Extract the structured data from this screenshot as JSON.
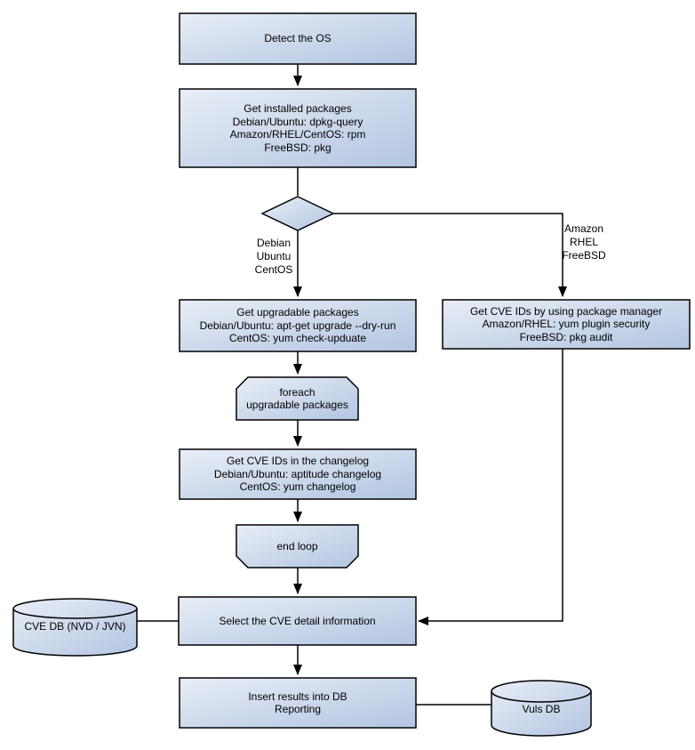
{
  "nodes": {
    "detect_os": "Detect the OS",
    "get_installed": "Get installed packages\nDebian/Ubuntu: dpkg-query\nAmazon/RHEL/CentOS: rpm\nFreeBSD: pkg",
    "get_upgradable": "Get upgradable packages\nDebian/Ubuntu: apt-get upgrade --dry-run\nCentOS: yum check-upduate",
    "get_cve_package_manager": "Get CVE IDs by using package manager\nAmazon/RHEL: yum plugin security\nFreeBSD: pkg audit",
    "foreach_loop": "foreach\nupgradable packages",
    "get_cve_changelog": "Get CVE IDs in the changelog\nDebian/Ubuntu: aptitude changelog\nCentOS: yum changelog",
    "end_loop": "end loop",
    "select_cve": "Select the CVE detail information",
    "cve_db": "CVE DB (NVD / JVN)",
    "insert_results": "Insert results into DB\nReporting",
    "vuls_db": "Vuls DB"
  },
  "edge_labels": {
    "left_branch": "Debian\nUbuntu\nCentOS",
    "right_branch": "Amazon\nRHEL\nFreeBSD"
  },
  "colors": {
    "node_fill_light": "#e7edf6",
    "node_fill_dark": "#b4c7e2",
    "node_border": "#000000",
    "connector": "#000000",
    "text": "#000000",
    "background": "#ffffff"
  }
}
